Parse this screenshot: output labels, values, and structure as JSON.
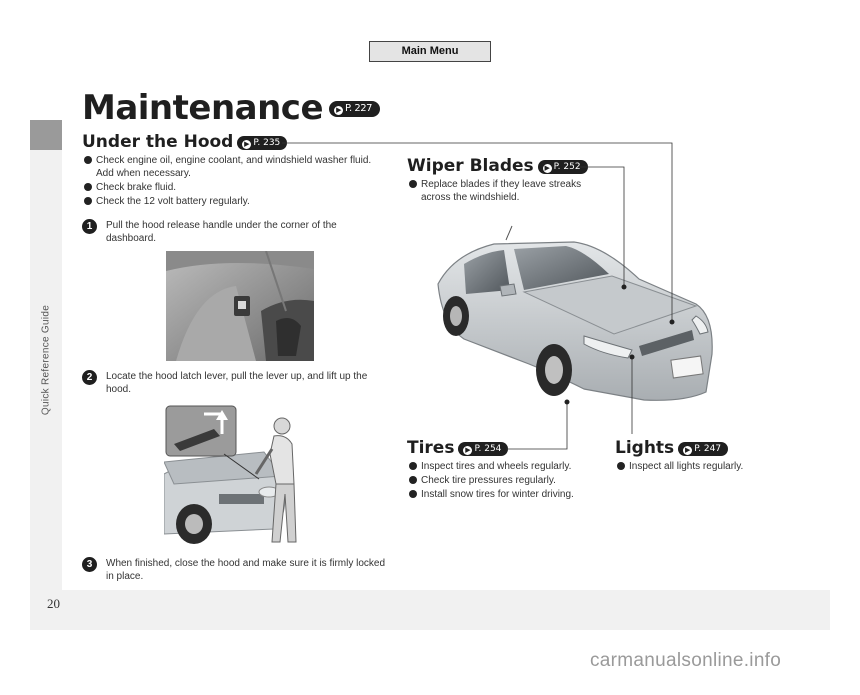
{
  "header": {
    "main_menu_label": "Main Menu"
  },
  "sidebar": {
    "section_label": "Quick Reference Guide"
  },
  "page": {
    "number": "20",
    "title": "Maintenance",
    "title_ref": "P. 227"
  },
  "under_the_hood": {
    "title": "Under the Hood",
    "ref": "P. 235",
    "bullets": [
      "Check engine oil, engine coolant, and windshield washer fluid. Add when necessary.",
      "Check brake fluid.",
      "Check the 12 volt battery regularly."
    ],
    "steps": [
      {
        "num": "1",
        "text": "Pull the hood release handle under the corner of the dashboard."
      },
      {
        "num": "2",
        "text": "Locate the hood latch lever, pull the lever up, and lift up the hood."
      },
      {
        "num": "3",
        "text": "When finished, close the hood and make sure it is firmly locked in place."
      }
    ]
  },
  "wiper_blades": {
    "title": "Wiper Blades",
    "ref": "P. 252",
    "bullets": [
      "Replace blades if they leave streaks across the windshield."
    ]
  },
  "tires": {
    "title": "Tires",
    "ref": "P. 254",
    "bullets": [
      "Inspect tires and wheels regularly.",
      "Check tire pressures regularly.",
      "Install snow tires for winter driving."
    ]
  },
  "lights": {
    "title": "Lights",
    "ref": "P. 247",
    "bullets": [
      "Inspect all lights regularly."
    ]
  },
  "watermark": "carmanualsonline.info",
  "colors": {
    "badge": "#1f1f1f",
    "side_tab": "#9a9a9a",
    "panel": "#f1f1f1",
    "car_body": "#c9cdd0"
  }
}
